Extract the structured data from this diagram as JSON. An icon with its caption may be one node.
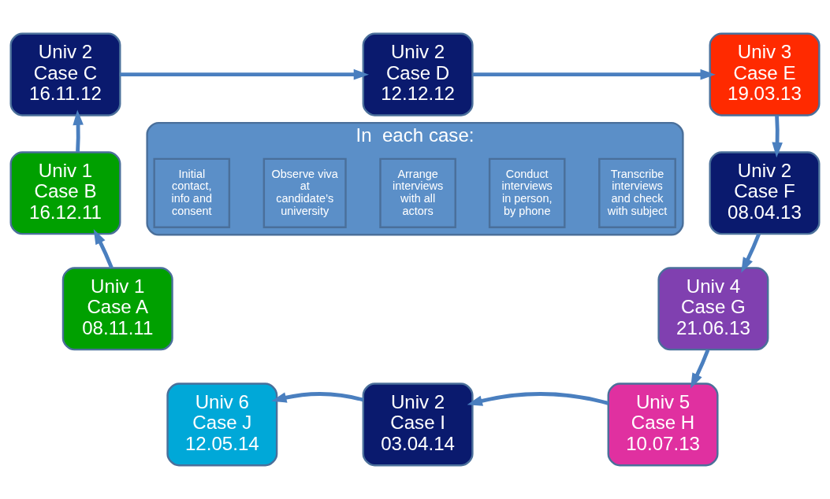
{
  "diagram": {
    "nodes": [
      {
        "text": [
          "Univ 1 Case A 08.11.11"
        ]
      },
      {
        "text": [
          "Univ 1 Case B 16.12.11"
        ]
      },
      {
        "text": [
          "Univ 2 Case C 16.11.12"
        ]
      },
      {
        "text": [
          "Univ 2 Case D 12.12.12"
        ]
      },
      {
        "text": [
          "Univ 3 Case E 19.03.13"
        ]
      },
      {
        "text": [
          "Univ 2 Case F 08.04.13"
        ]
      },
      {
        "text": [
          "Univ 4 Case G 21.06.13"
        ]
      },
      {
        "text": [
          "Univ 5 Case H 10.07.13"
        ]
      },
      {
        "text": [
          "Univ 2 Case I 03.04.14"
        ]
      },
      {
        "text": [
          "Univ 6 Case J 12.05.14"
        ]
      },
      {
        "text": [
          "In  each case:"
        ]
      },
      {
        "text": [
          "Initial contact, info and consent"
        ],
        "in": 10
      },
      {
        "text": [
          "Observe viva at candidate’s university"
        ],
        "in": 10
      },
      {
        "text": [
          "Arrange interviews with all actors"
        ],
        "in": 10
      },
      {
        "text": [
          "Conduct interviews in person, by phone"
        ],
        "in": 10
      },
      {
        "text": [
          "Transcribe interviews and check with subject"
        ],
        "in": 10
      }
    ],
    "edges": [
      {
        "from": 0,
        "to": 1,
        "arrow": "to"
      },
      {
        "from": 1,
        "to": 2,
        "arrow": "to"
      },
      {
        "from": 2,
        "to": 3,
        "arrow": "to"
      },
      {
        "from": 3,
        "to": 4,
        "arrow": "to"
      },
      {
        "from": 4,
        "to": 5,
        "arrow": "to"
      },
      {
        "from": 5,
        "to": 6,
        "arrow": "to"
      },
      {
        "from": 6,
        "to": 7,
        "arrow": "to"
      },
      {
        "from": 7,
        "to": 8,
        "arrow": "to"
      },
      {
        "from": 8,
        "to": 9,
        "arrow": "to"
      }
    ]
  }
}
